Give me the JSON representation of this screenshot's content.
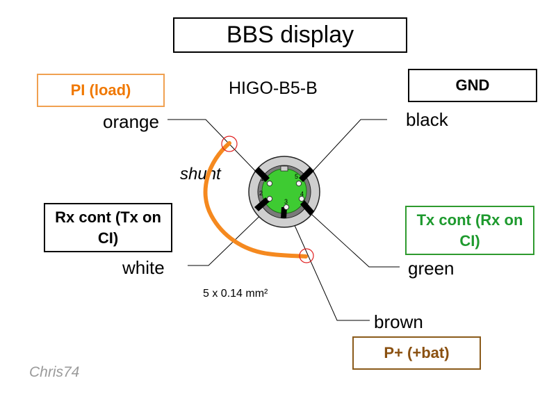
{
  "title": "BBS display",
  "model": "HIGO-B5-B",
  "boxes": {
    "pi": "PI (load)",
    "gnd": "GND",
    "rx": "Rx cont (Tx on CI)",
    "tx": "Tx cont (Rx on CI)",
    "p": "P+ (+bat)"
  },
  "wires": {
    "orange": "orange",
    "black": "black",
    "white": "white",
    "green": "green",
    "brown": "brown"
  },
  "pins": [
    "1",
    "2",
    "3",
    "4",
    "5"
  ],
  "shunt_label": "shunt",
  "wire_spec": "5 x 0.14 mm²",
  "author": "Chris74",
  "colors": {
    "pi": "#f07800",
    "tx": "#1e9a2e",
    "p": "#8a5010",
    "connector_face": "#3ecb32",
    "shunt_wire": "#f5891f",
    "marker": "#e02020"
  }
}
